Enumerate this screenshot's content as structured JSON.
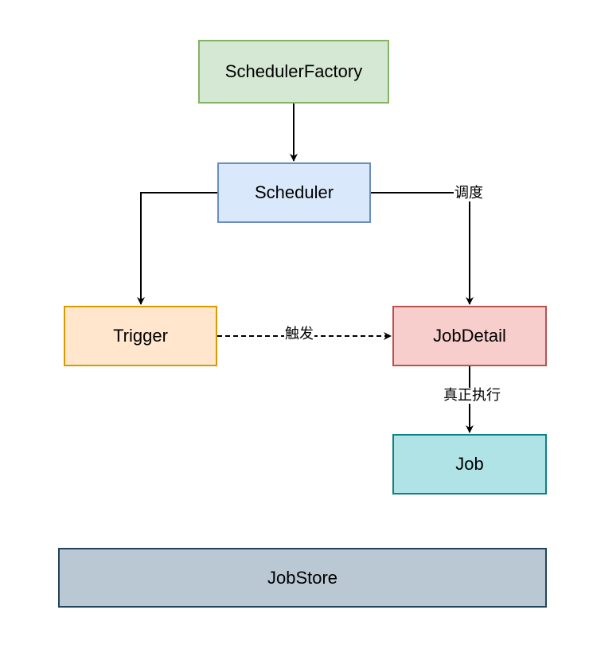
{
  "nodes": {
    "scheduler_factory": "SchedulerFactory",
    "scheduler": "Scheduler",
    "trigger": "Trigger",
    "job_detail": "JobDetail",
    "job": "Job",
    "job_store": "JobStore"
  },
  "edges": {
    "scheduler_to_jobdetail": "调度",
    "trigger_to_jobdetail": "触发",
    "jobdetail_to_job": "真正执行"
  },
  "colors": {
    "factory_fill": "#d5e8d4",
    "factory_stroke": "#82b366",
    "scheduler_fill": "#dae8fc",
    "scheduler_stroke": "#6c8ebf",
    "trigger_fill": "#ffe6cc",
    "trigger_stroke": "#d79b00",
    "jobdetail_fill": "#f8cecc",
    "jobdetail_stroke": "#b85450",
    "job_fill": "#b0e3e6",
    "job_stroke": "#0e8088",
    "jobstore_fill": "#bac8d3",
    "jobstore_stroke": "#23445d"
  }
}
